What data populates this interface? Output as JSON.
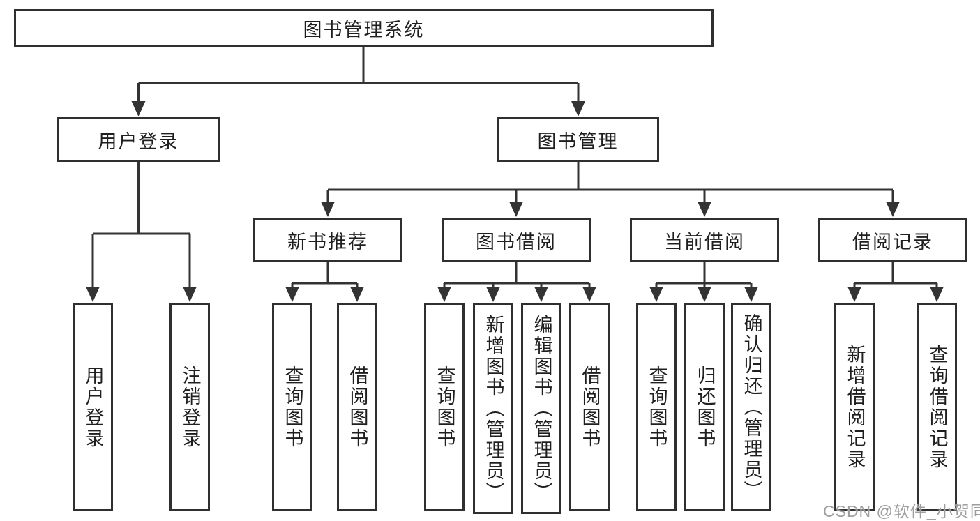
{
  "hierarchy": {
    "label": "图书管理系统",
    "children": [
      {
        "label": "用户登录",
        "children": [
          {
            "label": "用户登录"
          },
          {
            "label": "注销登录"
          }
        ]
      },
      {
        "label": "图书管理",
        "children": [
          {
            "label": "新书推荐",
            "children": [
              {
                "label": "查询图书"
              },
              {
                "label": "借阅图书"
              }
            ]
          },
          {
            "label": "图书借阅",
            "children": [
              {
                "label": "查询图书"
              },
              {
                "label": "新增图书（管理员）"
              },
              {
                "label": "编辑图书（管理员）"
              },
              {
                "label": "借阅图书"
              }
            ]
          },
          {
            "label": "当前借阅",
            "children": [
              {
                "label": "查询图书"
              },
              {
                "label": "归还图书"
              },
              {
                "label": "确认归还（管理员）"
              }
            ]
          },
          {
            "label": "借阅记录",
            "children": [
              {
                "label": "新增借阅记录"
              },
              {
                "label": "查询借阅记录"
              }
            ]
          }
        ]
      }
    ]
  },
  "watermark": "CSDN @软件_小贺同学",
  "colors": {
    "line": "#333333",
    "box_border": "#2f2f2f",
    "text": "#1f1f1f",
    "watermark_text": "#9e9e9e",
    "background": "#ffffff"
  }
}
